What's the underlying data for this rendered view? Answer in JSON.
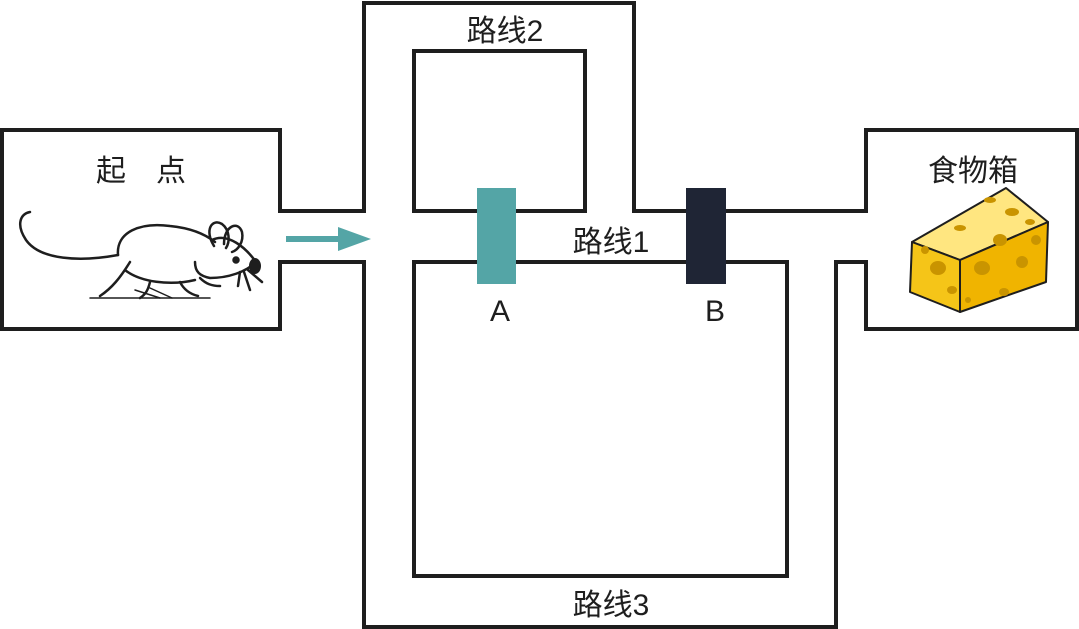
{
  "start": {
    "label": "起　点"
  },
  "food": {
    "label": "食物箱"
  },
  "routes": {
    "route1": "路线1",
    "route2": "路线2",
    "route3": "路线3"
  },
  "gates": {
    "a": {
      "label": "A",
      "color": "#54a5a6"
    },
    "b": {
      "label": "B",
      "color": "#1f2535"
    }
  },
  "colors": {
    "arrow": "#54a5a6",
    "wall": "#1e1e1e",
    "cheese": "#f5c518"
  },
  "icons": {
    "mouse": "mouse-icon",
    "cheese": "cheese-icon",
    "arrow": "arrow-right-icon"
  }
}
